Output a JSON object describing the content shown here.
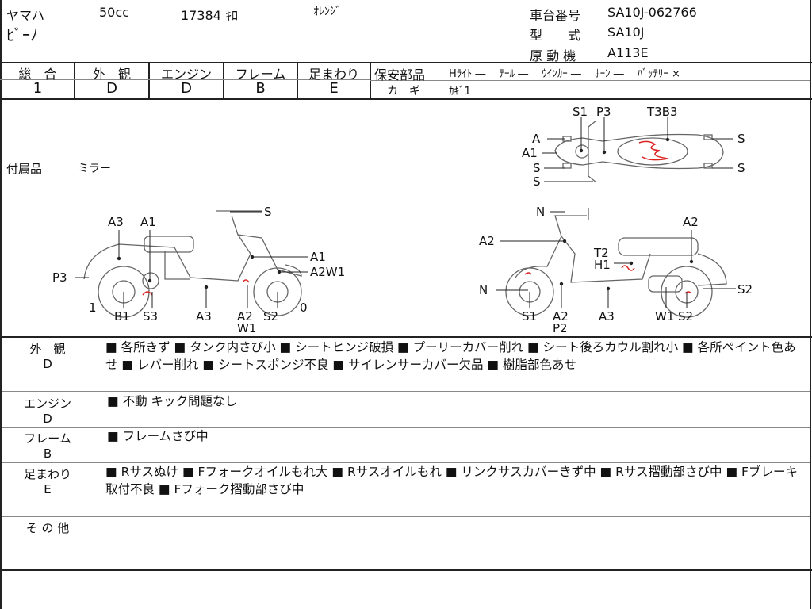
{
  "header": {
    "maker": "ヤマハ",
    "displacement": "50cc",
    "mileage": "17384 ｷﾛ",
    "color": "ｵﾚﾝｼﾞ",
    "model_name": "ﾋﾞｰﾉ",
    "frame_no_label": "車台番号",
    "frame_no": "SA10J-062766",
    "type_label": "型　　式",
    "type": "SA10J",
    "engine_label": "原 動 機",
    "engine": "A113E"
  },
  "grades": {
    "overall_label": "総　合",
    "overall": "1",
    "exterior_label": "外　観",
    "exterior": "D",
    "engine_label": "エンジン",
    "engine": "D",
    "frame_label": "フレーム",
    "frame": "B",
    "suspension_label": "足まわり",
    "suspension": "E"
  },
  "safety": {
    "label": "保安部品",
    "items": "Hﾗｲﾄ ―　 ﾃｰﾙ ―　 ｳｲﾝｶｰ ―　 ﾎｰﾝ ―　 ﾊﾞｯﾃﾘｰ ×",
    "key_label": "カ　ギ",
    "key_value": "ｶｷﾞ1"
  },
  "accessories": {
    "label": "付属品",
    "value": "ミラー"
  },
  "diagram": {
    "top_labels": [
      "S1",
      "P3",
      "T3B3",
      "A",
      "A1",
      "S",
      "S",
      "S",
      "S"
    ],
    "left_labels": [
      "S",
      "A3",
      "A1",
      "A1",
      "A2W1",
      "P3",
      "1",
      "0",
      "B1",
      "S3",
      "A3",
      "A2",
      "S2",
      "W1"
    ],
    "right_labels": [
      "N",
      "A2",
      "A2",
      "T2",
      "H1",
      "N",
      "S1",
      "A2",
      "A3",
      "W1",
      "S2",
      "S2",
      "P2"
    ]
  },
  "sections": [
    {
      "title": "外　観",
      "grade": "D",
      "text": "■ 各所きず ■ タンク内さび小 ■ シートヒンジ破損 ■ プーリーカバー削れ ■ シート後ろカウル割れ小 ■ 各所ペイント色あせ ■ レバー削れ ■ シートスポンジ不良 ■ サイレンサーカバー欠品 ■ 樹脂部色あせ"
    },
    {
      "title": "エンジン",
      "grade": "D",
      "text": "■ 不動 キック問題なし"
    },
    {
      "title": "フレーム",
      "grade": "B",
      "text": "■ フレームさび中"
    },
    {
      "title": "足まわり",
      "grade": "E",
      "text": "■ Rサスぬけ ■ Fフォークオイルもれ大 ■ Rサスオイルもれ ■ リンクサスカバーきず中 ■ Rサス摺動部さび中 ■ Fブレーキ取付不良 ■ Fフォーク摺動部さび中"
    },
    {
      "title": "そ の 他",
      "grade": "",
      "text": ""
    }
  ]
}
